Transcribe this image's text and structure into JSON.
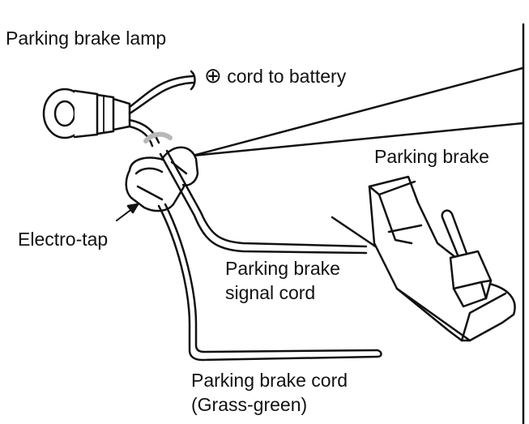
{
  "labels": {
    "lamp": "Parking brake lamp",
    "battery_symbol": "⊕",
    "battery_text": "cord to battery",
    "brake": "Parking brake",
    "electrotap": "Electro-tap",
    "signal_cord_line1": "Parking brake",
    "signal_cord_line2": "signal cord",
    "brake_cord_line1": "Parking brake cord",
    "brake_cord_line2": "(Grass-green)"
  },
  "icons": {
    "lamp": "lamp-bulb-icon",
    "electrotap": "electro-tap-connector-icon",
    "brake_lever": "parking-brake-lever-icon"
  },
  "colors": {
    "ink": "#111111",
    "background": "#ffffff",
    "shade": "#b8b8b8"
  }
}
